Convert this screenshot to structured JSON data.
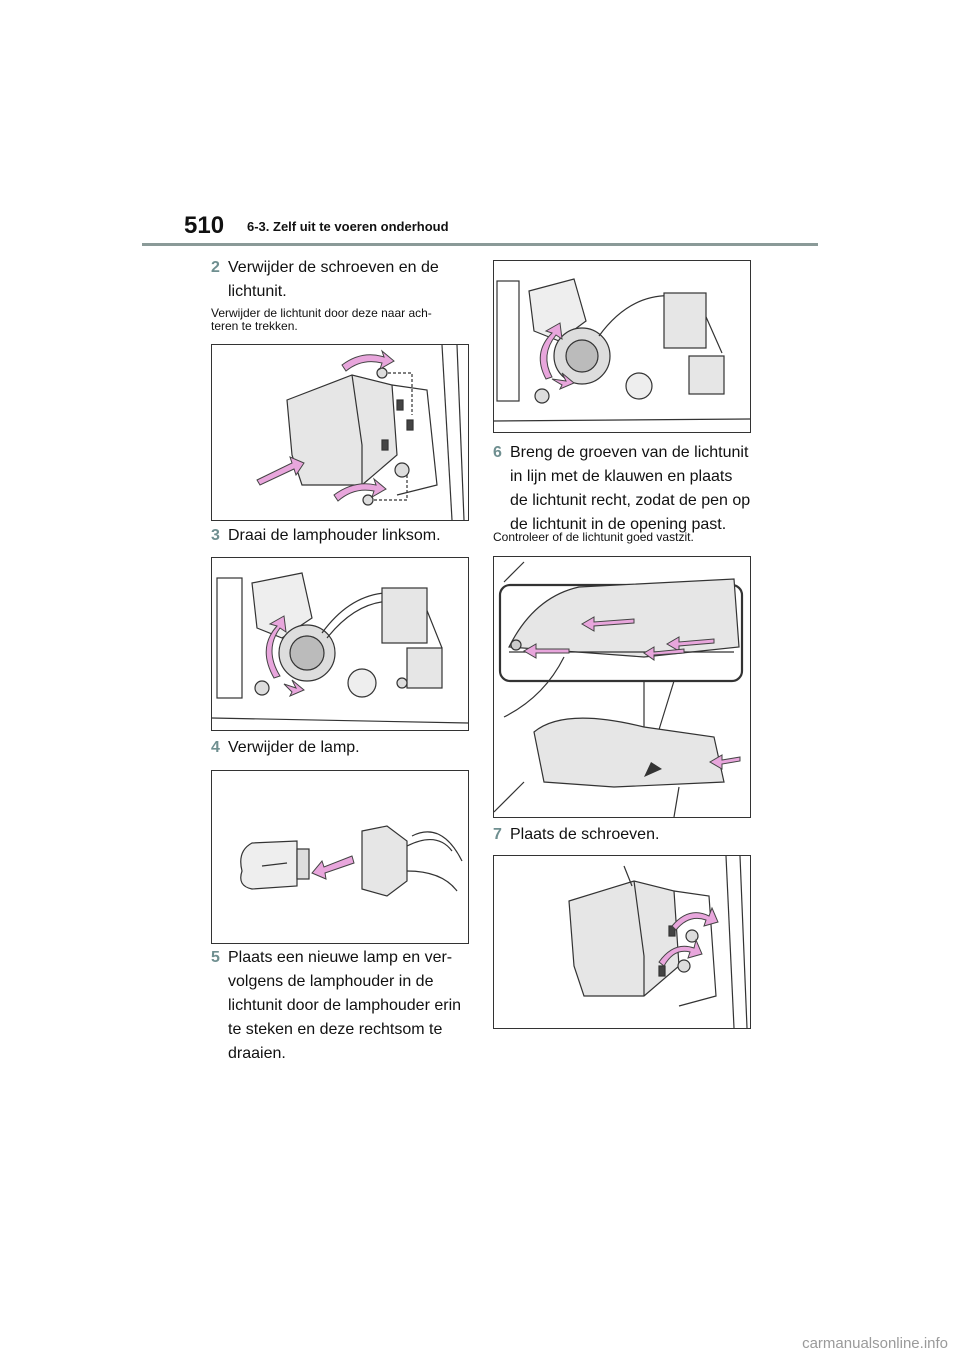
{
  "header": {
    "page_number": "510",
    "section_title": "6-3. Zelf uit te voeren onderhoud"
  },
  "steps": [
    {
      "number": "2",
      "lines": [
        "Verwijder de schroeven en de",
        "lichtunit."
      ]
    },
    {
      "number": "3",
      "lines": [
        "Draai de lamphouder linksom."
      ]
    },
    {
      "number": "4",
      "lines": [
        "Verwijder de lamp."
      ]
    },
    {
      "number": "5",
      "lines": [
        "Plaats een nieuwe lamp en ver-",
        "volgens de lamphouder in de",
        "lichtunit door de lamphouder erin",
        "te steken en deze rechtsom te",
        "draaien."
      ]
    },
    {
      "number": "6",
      "lines": [
        "Breng de groeven van de lichtunit",
        "in lijn met de klauwen en plaats",
        "de lichtunit recht, zodat de pen op",
        "de lichtunit in de opening past."
      ]
    },
    {
      "number": "7",
      "lines": [
        "Plaats de schroeven."
      ]
    }
  ],
  "notes": {
    "step2": [
      "Verwijder de lichtunit door deze naar ach-",
      "teren te trekken."
    ],
    "step6": "Controleer of de lichtunit goed vastzit."
  },
  "footer": {
    "watermark": "carmanualsonline.info"
  },
  "colors": {
    "accent_rule": "#8a9a98",
    "step_number": "#6f8f90",
    "arrow_fill": "#e8a6dc",
    "arrow_stroke": "#444444"
  }
}
